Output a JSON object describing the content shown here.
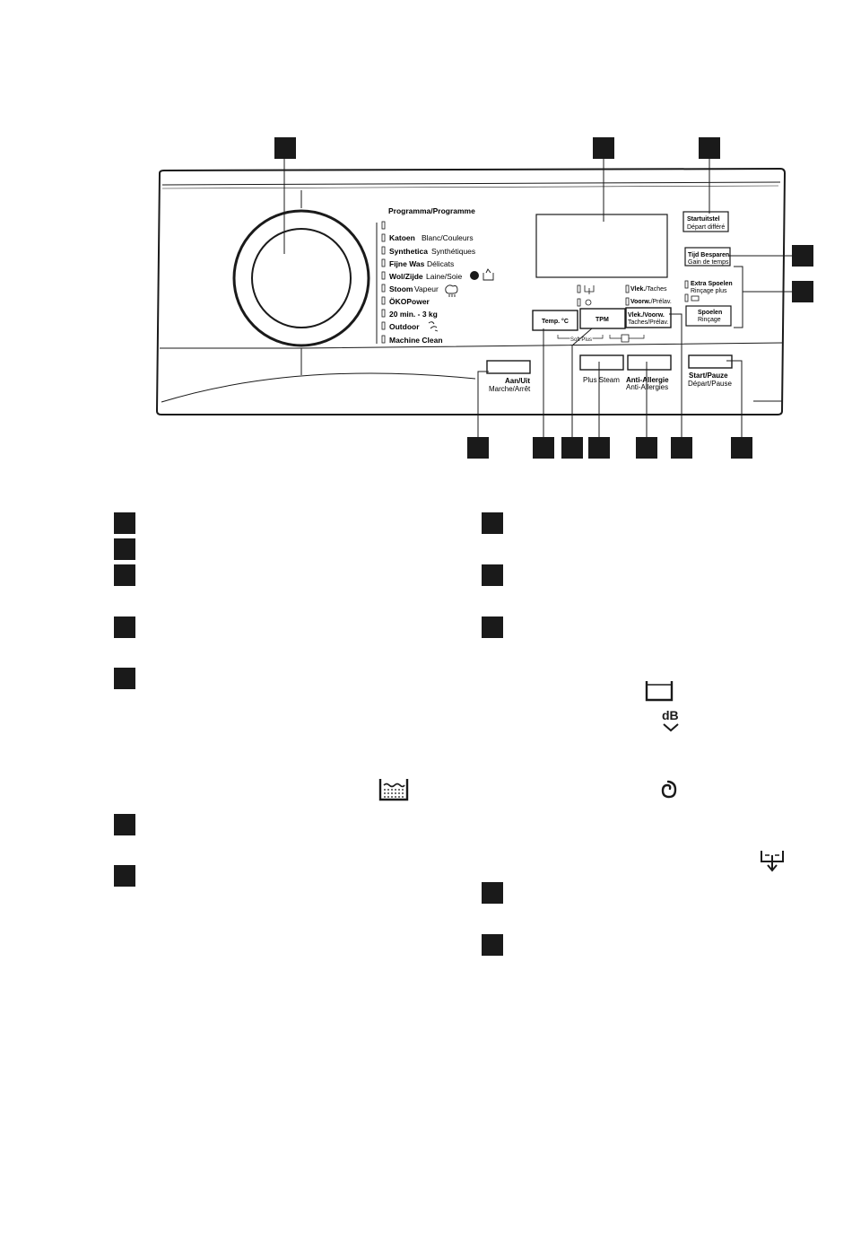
{
  "colors": {
    "ink": "#1a1a1a",
    "paper": "#ffffff"
  },
  "panel": {
    "programme_header": "Programma/Programme",
    "programmes": [
      {
        "nl": "Katoen",
        "fr": "Blanc/Couleurs"
      },
      {
        "nl": "Synthetica",
        "fr": "Synthétiques"
      },
      {
        "nl": "Fijne Was",
        "fr": "Délicats"
      },
      {
        "nl": "Wol/Zijde",
        "fr": "Laine/Soie"
      },
      {
        "nl": "Stoom",
        "fr": "Vapeur"
      },
      {
        "nl": "ÖKOPower",
        "fr": ""
      },
      {
        "nl": "20 min. - 3 kg",
        "fr": ""
      },
      {
        "nl": "Outdoor",
        "fr": ""
      },
      {
        "nl": "Machine Clean",
        "fr": ""
      }
    ],
    "buttons": {
      "startuitstel": {
        "nl": "Startuitstel",
        "fr": "Départ différé"
      },
      "tijd_besparen": {
        "nl": "Tijd Besparen",
        "fr": "Gain de temps"
      },
      "extra_spoelen": {
        "nl": "Extra Spoelen",
        "fr": "Rinçage plus"
      },
      "spoelen": {
        "nl": "Spoelen",
        "fr": "Rinçage"
      },
      "temp": "Temp. °C",
      "tpm": "TPM",
      "vlek_voorw_btn": {
        "nl": "Vlek./Voorw.",
        "fr": "Taches/Prélav."
      },
      "aan_uit": {
        "nl": "Aan/Uit",
        "fr": "Marche/Arrêt"
      },
      "plus_steam": "Plus Steam",
      "anti_allergie": {
        "nl": "Anti-Allergie",
        "fr": "Anti-Allergies"
      },
      "start_pauze": {
        "nl": "Start/Pauze",
        "fr": "Départ/Pause"
      }
    },
    "indicators": {
      "vlek": {
        "nl": "Vlek.",
        "fr": "/Taches"
      },
      "voorw": {
        "nl": "Voorw.",
        "fr": "/Prélav."
      }
    },
    "soft_plus": "Soft Plus"
  },
  "icons": [
    "drain-icon",
    "spin-icon",
    "stain-icon",
    "steam-icon",
    "outdoor-icon",
    "timer-icon",
    "tub-icon",
    "quiet-db-icon",
    "rinse-hold-icon",
    "spin-swirl-icon",
    "drain-arrow-icon"
  ]
}
